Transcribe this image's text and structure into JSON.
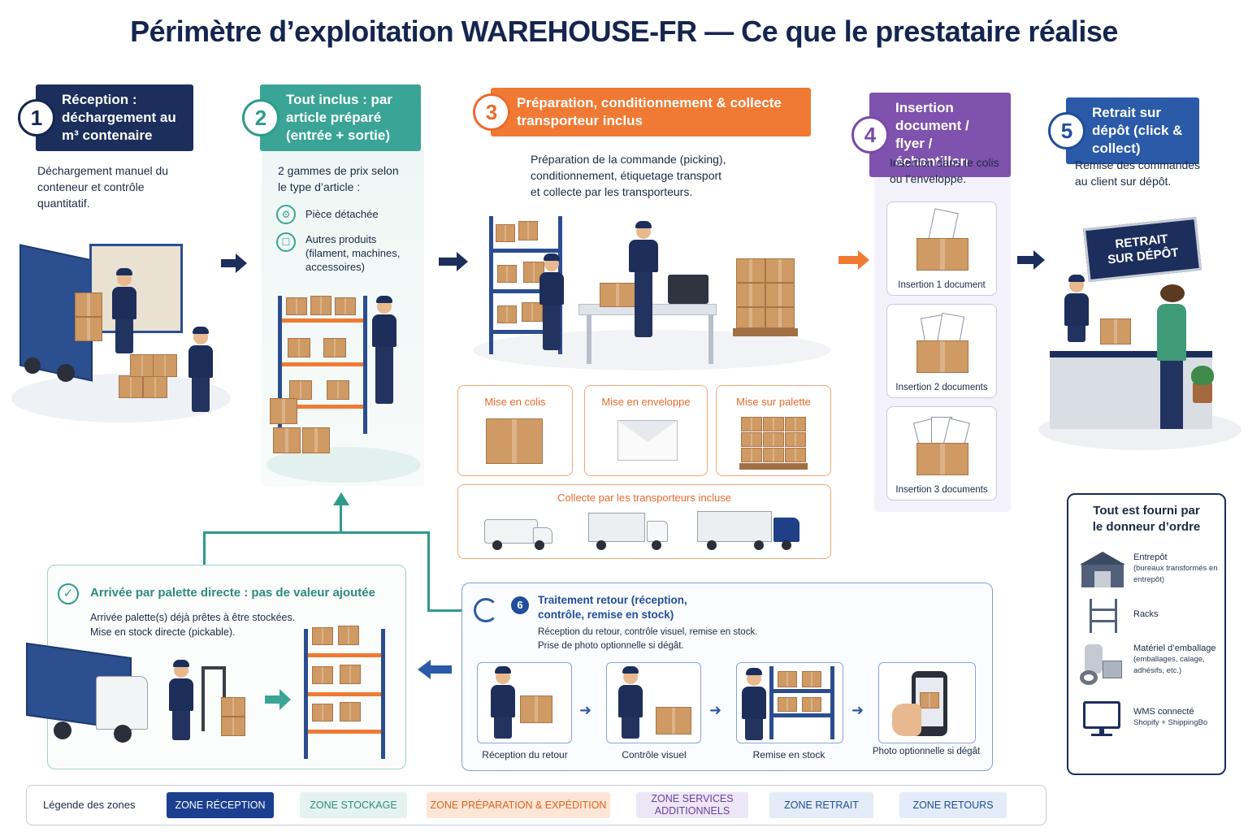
{
  "title": "Périmètre d’exploitation WAREHOUSE-FR — Ce que le prestataire réalise",
  "steps": [
    {
      "num": "1",
      "label": "Réception : déchargement au m³ contenaire",
      "desc": "Déchargement manuel du conteneur et contrôle quantitatif."
    },
    {
      "num": "2",
      "label": "Tout inclus : par article préparé (entrée + sortie)",
      "desc": "2 gammes de prix selon le type d’article :",
      "items": [
        "Pièce détachée",
        "Autres produits (filament, machines, accessoires)"
      ]
    },
    {
      "num": "3",
      "label": "Préparation, conditionnement & collecte transporteur inclus",
      "desc": "Préparation de la commande (picking), conditionnement, étiquetage transport et collecte par les transporteurs.",
      "cards": [
        "Mise en colis",
        "Mise en enveloppe",
        "Mise sur palette"
      ],
      "collect": "Collecte par les transporteurs incluse"
    },
    {
      "num": "4",
      "label": "Insertion document / flyer / échantillon",
      "desc": "Insertion dans le colis ou l’enveloppe.",
      "cards": [
        "Insertion 1 document",
        "Insertion 2 documents",
        "Insertion 3 documents"
      ]
    },
    {
      "num": "5",
      "label": "Retrait sur dépôt (click & collect)",
      "desc": "Remise des commandes au client sur dépôt.",
      "sign": "RETRAIT SUR DÉPÔT"
    }
  ],
  "direct": {
    "title": "Arrivée par palette directe : pas de valeur ajoutée",
    "desc": "Arrivée palette(s) déjà prêtes à être stockées. Mise en stock directe (pickable)."
  },
  "returns": {
    "num": "6",
    "title": "Traitement retour (réception, contrôle, remise en stock)",
    "desc": "Réception du retour, contrôle visuel, remise en stock. Prise de photo optionnelle si dégât.",
    "steps": [
      "Réception du retour",
      "Contrôle visuel",
      "Remise en stock",
      "Photo optionnelle si dégât"
    ]
  },
  "provided": {
    "title": "Tout est fourni par le donneur d’ordre",
    "items": [
      {
        "label": "Entrepôt",
        "note": "(bureaux transformés en entrepôt)",
        "icon": "warehouse-icon"
      },
      {
        "label": "Racks",
        "note": "",
        "icon": "rack-icon"
      },
      {
        "label": "Matériel d’emballage",
        "note": "(emballages, calage, adhésifs, etc.)",
        "icon": "packaging-icon"
      },
      {
        "label": "WMS connecté",
        "note": "Shopify + ShippingBo",
        "icon": "monitor-icon"
      }
    ]
  },
  "legend": {
    "title": "Légende des zones",
    "zones": [
      {
        "label": "ZONE RÉCEPTION",
        "color": "#1b3f8f"
      },
      {
        "label": "ZONE STOCKAGE",
        "color": "#e4f3ef"
      },
      {
        "label": "ZONE PRÉPARATION & EXPÉDITION",
        "color": "#fde6d6"
      },
      {
        "label": "ZONE SERVICES ADDITIONNELS",
        "color": "#ece6f6"
      },
      {
        "label": "ZONE RETRAIT",
        "color": "#e3ecf8"
      },
      {
        "label": "ZONE RETOURS",
        "color": "#e3ecf8"
      }
    ]
  }
}
